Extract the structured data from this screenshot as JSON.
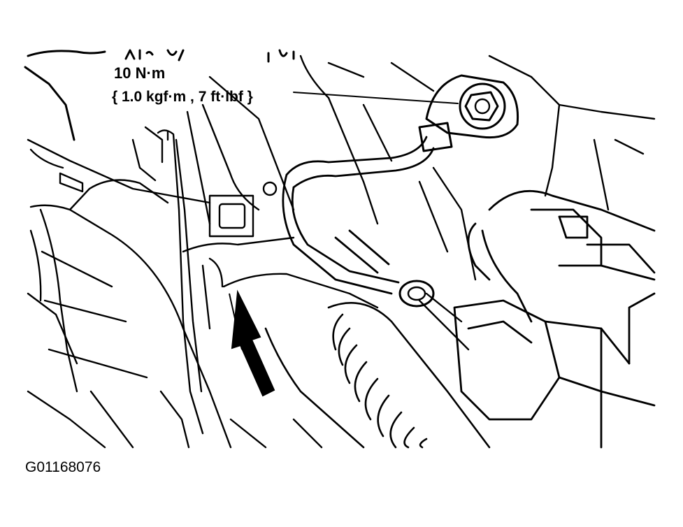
{
  "diagram": {
    "torque_label": {
      "value": "10 N·m",
      "alt_units": "{ 1.0 kgf·m , 7 ft·lbf }"
    },
    "figure_id": "G01168076",
    "colors": {
      "ink": "#000000",
      "paper": "#ffffff"
    },
    "icons": [
      "ground-bolt-icon",
      "pointer-arrow-icon"
    ]
  }
}
